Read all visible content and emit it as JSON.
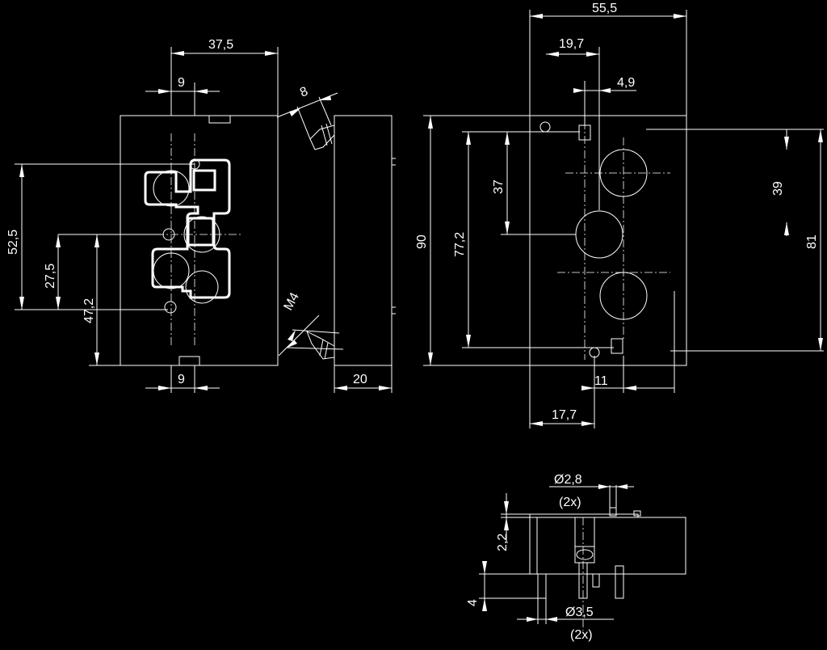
{
  "drawing": {
    "front_view": {
      "width_37_5": "37,5",
      "offset_9_top": "9",
      "offset_9_bottom": "9",
      "height_52_5": "52,5",
      "height_27_5": "27,5",
      "height_47_2": "47,2"
    },
    "side_view": {
      "angle_8": "8",
      "thread_m4": "M4",
      "depth_20": "20"
    },
    "back_view": {
      "width_55_5": "55,5",
      "offset_19_7": "19,7",
      "offset_4_9": "4,9",
      "height_90": "90",
      "height_77_2": "77,2",
      "height_37": "37",
      "height_39": "39",
      "height_81": "81",
      "offset_11": "11",
      "offset_17_7": "17,7"
    },
    "bottom_view": {
      "pin_dia_2_8": "Ø2,8",
      "pin_count_top": "(2x)",
      "height_2_2": "2,2",
      "height_4": "4",
      "pin_dia_3_5": "Ø3,5",
      "pin_count_bottom": "(2x)"
    }
  }
}
